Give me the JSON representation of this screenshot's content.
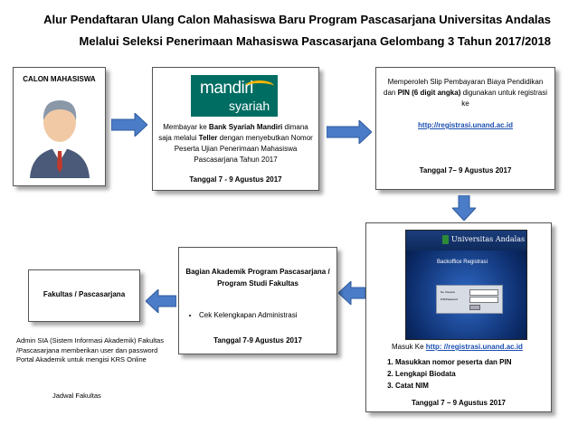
{
  "title_line1": "Alur Pendaftaran Ulang Calon Mahasiswa Baru Program Pascasarjana Universitas Andalas",
  "title_line2": "Melalui Seleksi Penerimaan Mahasiswa Pascasarjana Gelombang 3 Tahun 2017/2018",
  "colors": {
    "arrow": "#4a7cc7",
    "mandiri_green": "#006d63",
    "mandiri_gold": "#f7b500",
    "link": "#1c4fb0"
  },
  "box1": {
    "label": "CALON MAHASISWA",
    "icon": "person-avatar-icon"
  },
  "box2": {
    "logo_text1": "mandiri",
    "logo_text2": "syariah",
    "desc_a": "Membayar ke ",
    "desc_b": "Bank Syariah Mandiri",
    "desc_c": " dimana saja melalui ",
    "desc_d": "Teller",
    "desc_e": " dengan menyebutkan Nomor Peserta Ujian Penerimaan Mahasiswa Pascasarjana Tahun 2017",
    "date": "Tanggal 7 - 9 Agustus 2017"
  },
  "box3": {
    "desc_a": "Memperoleh Slip Pembayaran Biaya Pendidikan dan ",
    "desc_b": "PIN (6 digit angka)",
    "desc_c": " digunakan untuk registrasi ke",
    "link": "http://registrasi.unand.ac.id",
    "date": "Tanggal 7– 9 Agustus 2017"
  },
  "box4": {
    "portal_university": "Universitas Andalas",
    "portal_office": "Backoffice Registrasi",
    "portal_field1": "No. Peserta",
    "portal_field2": "PIN/Password",
    "masuk_label": "Masuk Ke ",
    "masuk_link": "http: //registrasi.unand.ac.id",
    "steps": [
      "Masukkan nomor peserta dan PIN",
      "Lengkapi Biodata",
      "Catat NIM"
    ],
    "date": "Tanggal 7 – 9 Agustus 2017"
  },
  "box5": {
    "head": "Bagian Akademik Program Pascasarjana / Program Studi Fakultas",
    "bullet": "Cek Kelengkapan Administrasi",
    "date": "Tanggal 7-9 Agustus 2017"
  },
  "box6": {
    "label": "Fakultas / Pascasarjana"
  },
  "note": "Admin SIA (Sistem Informasi Akademik) Fakultas /Pascasarjana memberikan user dan password  Portal Akademik untuk mengisi KRS Online",
  "jadwal": "Jadwal Fakultas"
}
